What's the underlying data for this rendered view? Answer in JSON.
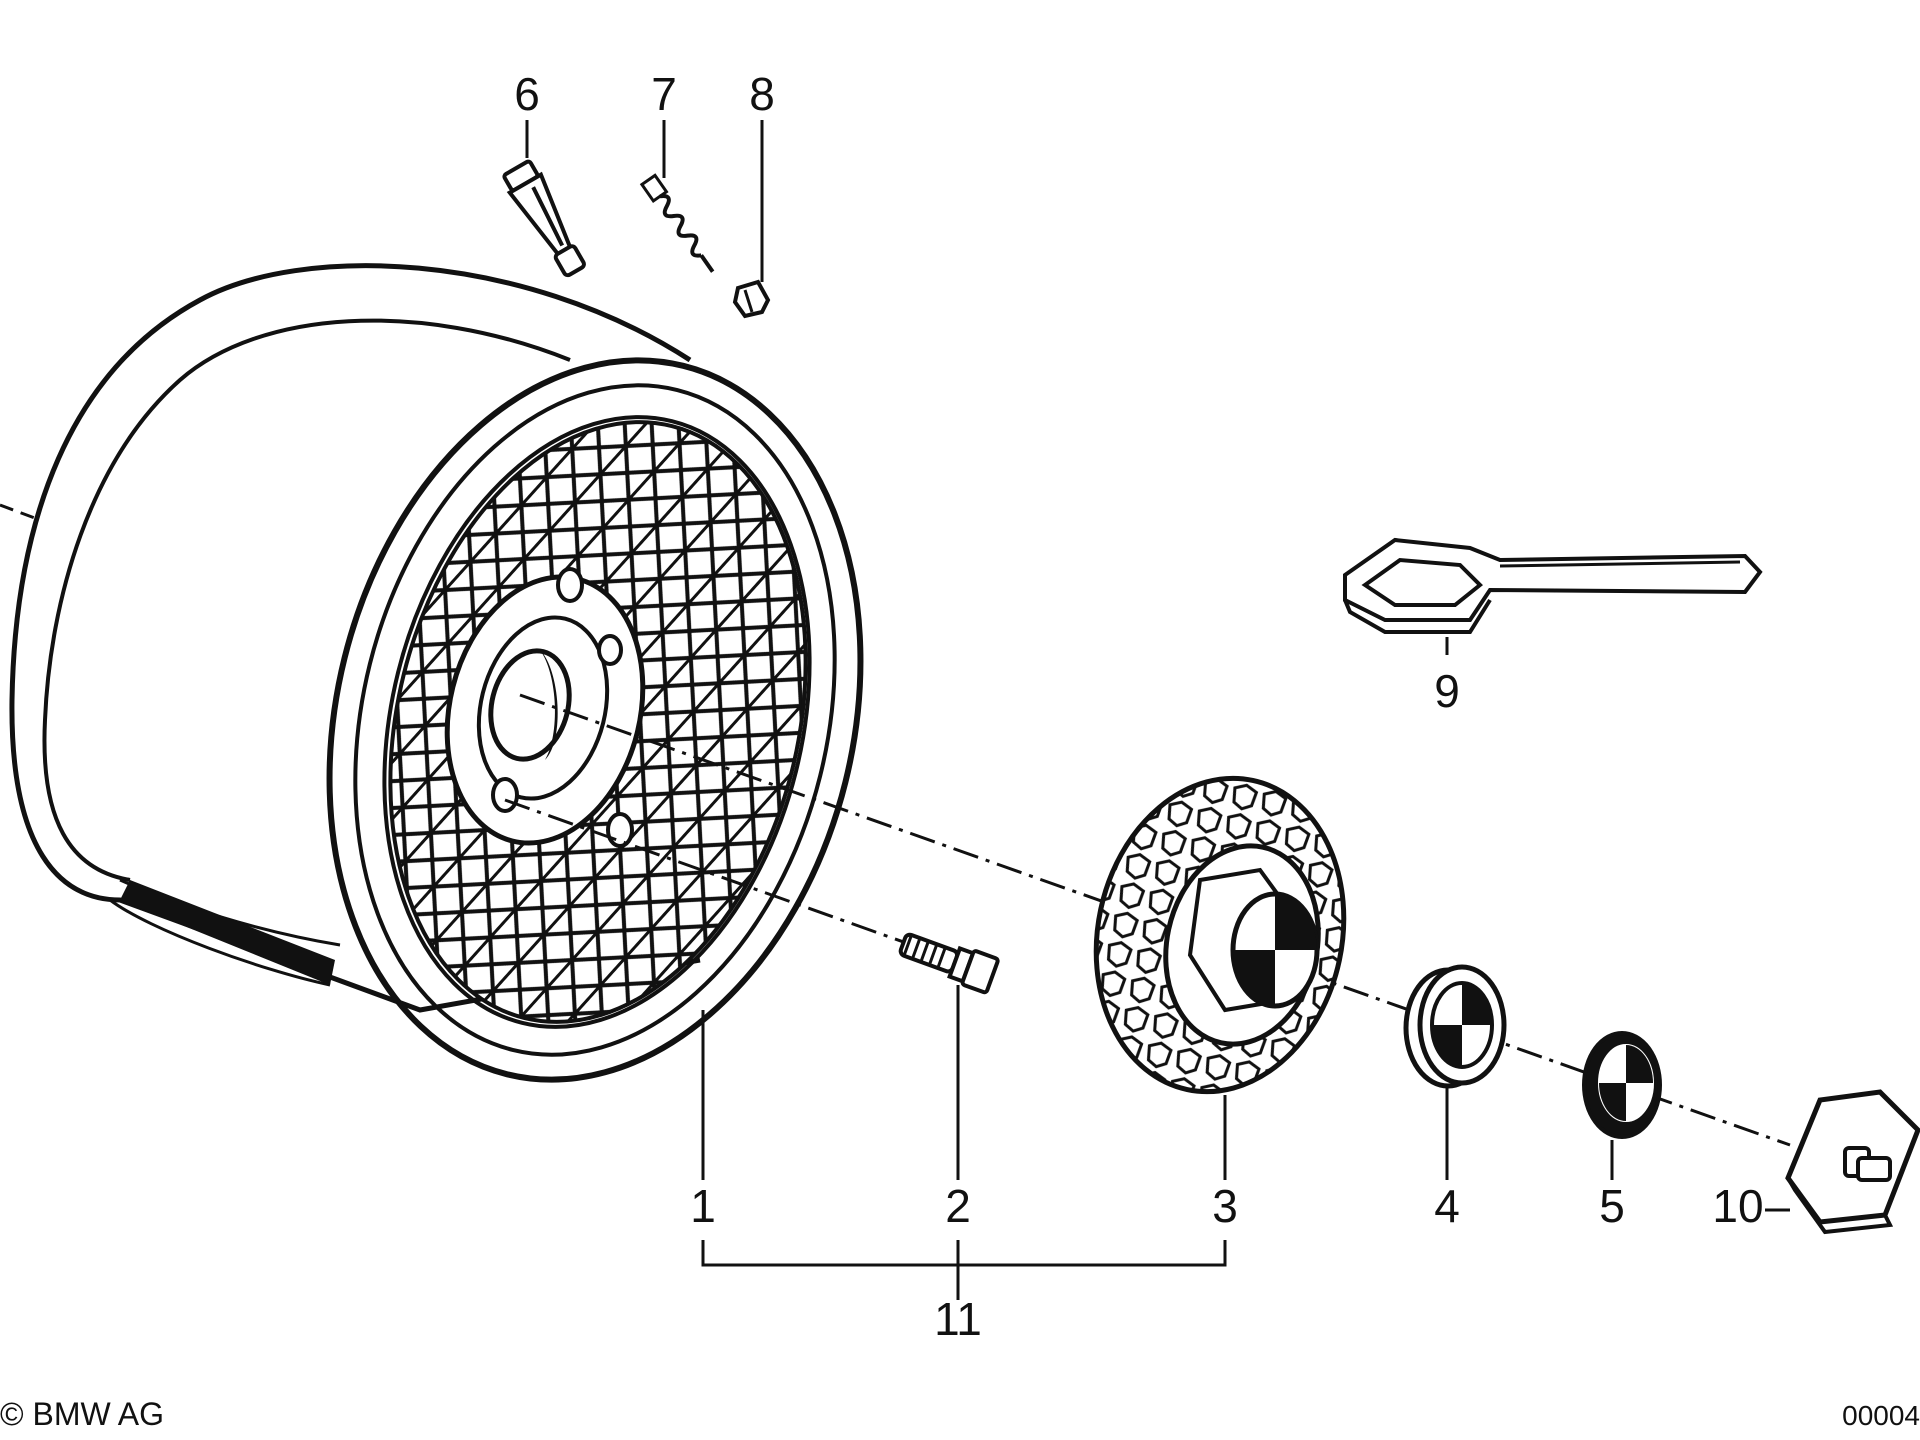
{
  "callouts": {
    "c1": "1",
    "c2": "2",
    "c3": "3",
    "c4": "4",
    "c5": "5",
    "c6": "6",
    "c7": "7",
    "c8": "8",
    "c9": "9",
    "c10": "10",
    "c11": "11"
  },
  "footer": {
    "copyright": "© BMW AG",
    "doc_id": "00004"
  },
  "icons": {
    "wheel": "wheel-rim-icon",
    "valve": "tire-valve-icon",
    "valve_core": "valve-core-icon",
    "valve_cap": "valve-cap-icon",
    "wrench": "hub-cap-wrench-icon",
    "bolt": "wheel-bolt-icon",
    "hub_cap": "hub-cap-icon",
    "emblem": "bmw-roundel-icon",
    "nut": "hex-nut-icon"
  },
  "colors": {
    "ink": "#111111",
    "paper": "#ffffff"
  }
}
